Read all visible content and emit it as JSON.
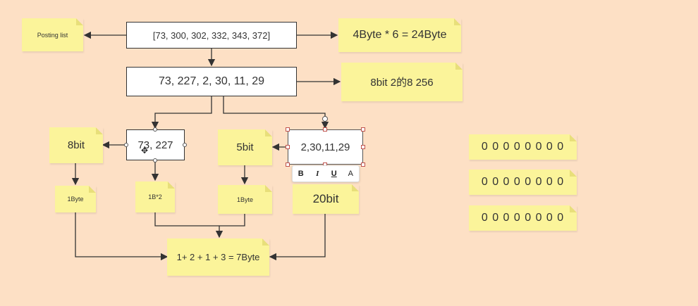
{
  "boxes": {
    "top_list": "[73, 300, 302, 332, 343, 372]",
    "deltas": "73, 227, 2, 30, 11, 29",
    "left_pair": "73, 227",
    "right_group": "2,30,11,29"
  },
  "notes": {
    "posting_list": "Posting list",
    "bytes_total": "4Byte * 6 = 24Byte",
    "bits_info": "8bit   2的8  256",
    "left_bits": "8bit",
    "mid_bits": "5bit",
    "left_byte": "1Byte",
    "pair_bytes": "1B*2",
    "mid_byte": "1Byte",
    "right_bits": "20bit",
    "sum": "1+ 2 + 1 + 3 = 7Byte",
    "bits_row_1": "0 0 0 0 0 0 0 0",
    "bits_row_2": "0 0 0 0 0 0 0 0",
    "bits_row_3": "0 0 0 0 0 0 0 0"
  },
  "toolbar": {
    "bold": "B",
    "italic": "I",
    "underline": "U",
    "color": "A"
  },
  "colors": {
    "background": "#fde0c5",
    "note": "#fbf49a",
    "box": "#ffffff",
    "line": "#333333",
    "handle": "#c0524d"
  }
}
